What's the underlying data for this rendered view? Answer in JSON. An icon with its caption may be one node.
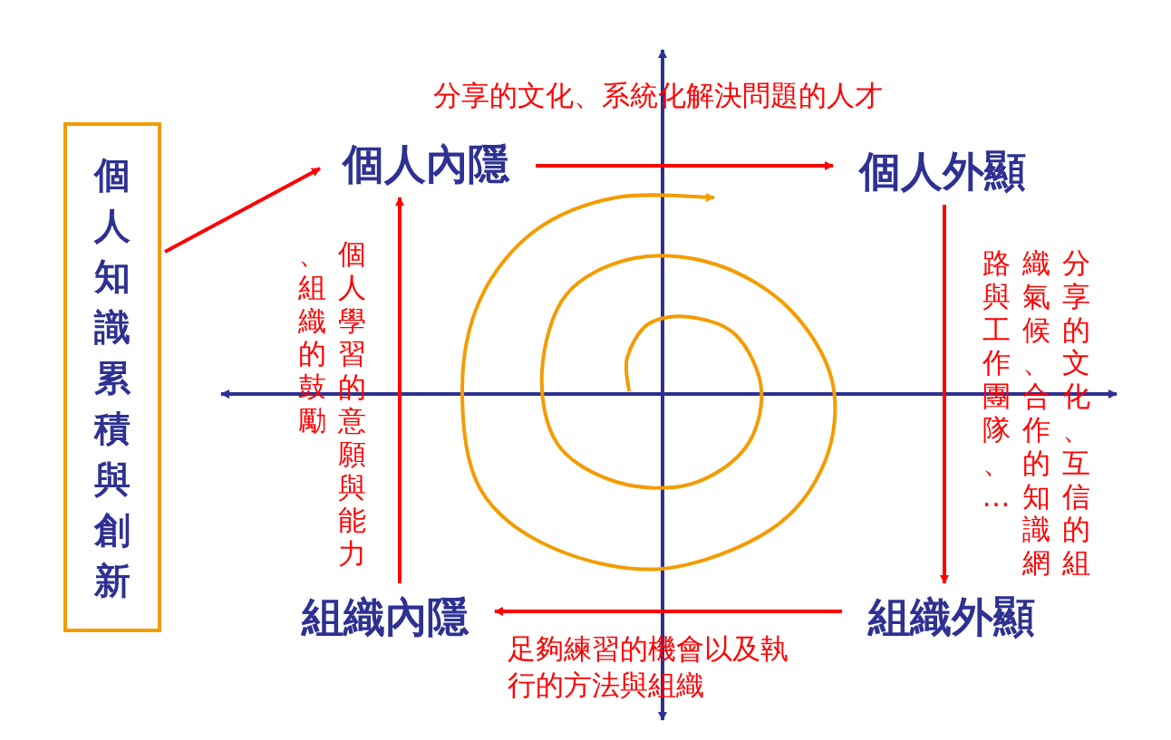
{
  "diagram": {
    "nodes": [
      {
        "text": [
          "個人知識累積與創新"
        ]
      },
      {
        "text": [
          "個人內隱"
        ]
      },
      {
        "text": [
          "個人外顯"
        ]
      },
      {
        "text": [
          "組織內隱"
        ]
      },
      {
        "text": [
          "組織外顯"
        ]
      }
    ],
    "edges": [
      {
        "from": 0,
        "to": 1,
        "arrow": "to"
      },
      {
        "from": 1,
        "to": 2,
        "arrow": "to",
        "label": "分享的文化、系統化解決問題的人才"
      },
      {
        "from": 2,
        "to": 4,
        "arrow": "to",
        "label": "分享的文化、互信的組織氣候、合作的知識網路與工作團隊、…"
      },
      {
        "from": 4,
        "to": 3,
        "arrow": "to",
        "label": "足夠練習的機會以及執行的方法與組織"
      },
      {
        "from": 3,
        "to": 1,
        "arrow": "to",
        "label": "個人學習的意願與能力、組織的鼓勵"
      }
    ]
  }
}
